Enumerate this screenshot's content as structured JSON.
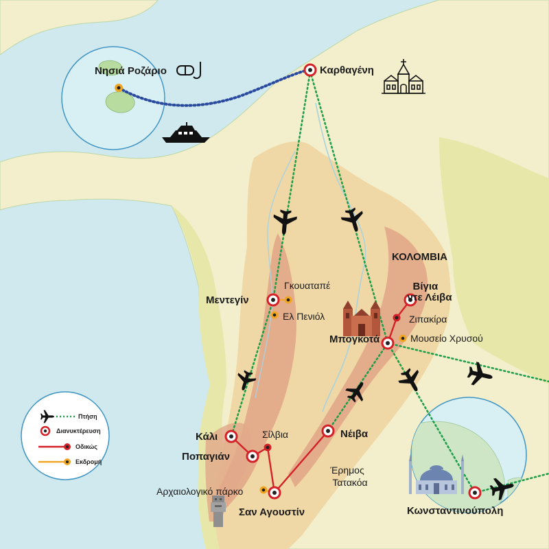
{
  "map": {
    "region_label": "ΚΟΛΟΜΒΙΑ",
    "colors": {
      "sea": "#cfe9ee",
      "land": "#f3eecb",
      "lowland": "#e6e7a8",
      "highland": "#f0d8a6",
      "mountain": "#e1a98a",
      "flight": "#1f9e4a",
      "road": "#d42027",
      "excursion": "#f0a523",
      "boat": "#2a4aa0"
    },
    "stops": [
      {
        "id": "rosario",
        "label": "Νησιά Ροζάριο",
        "kind": "excursion"
      },
      {
        "id": "cartagena",
        "label": "Καρθαγένη",
        "kind": "overnight"
      },
      {
        "id": "medellin",
        "label": "Μεντεγίν",
        "kind": "overnight"
      },
      {
        "id": "guatape",
        "label": "Γκουαταπέ",
        "kind": "excursion"
      },
      {
        "id": "penol",
        "label": "Ελ Πενιόλ",
        "kind": "excursion"
      },
      {
        "id": "villadeleyva",
        "label": "Βίγια ντε Λέιβα",
        "label_lines": [
          "Βίγια",
          "ντε Λέιβα"
        ],
        "kind": "overnight"
      },
      {
        "id": "zipaquira",
        "label": "Ζιπακίρα",
        "kind": "road"
      },
      {
        "id": "bogota",
        "label": "Μπογκοτά",
        "kind": "overnight"
      },
      {
        "id": "goldmuseum",
        "label": "Μουσείο Χρυσού",
        "kind": "excursion"
      },
      {
        "id": "cali",
        "label": "Κάλι",
        "kind": "overnight"
      },
      {
        "id": "popayan",
        "label": "Ποπαγιάν",
        "kind": "overnight"
      },
      {
        "id": "silvia",
        "label": "Σίλβια",
        "kind": "road"
      },
      {
        "id": "neiva",
        "label": "Νέιβα",
        "kind": "overnight"
      },
      {
        "id": "tatacoa",
        "label": "Έρημος Τατακόα",
        "label_lines": [
          "Έρημος",
          "Τατακόα"
        ],
        "kind": "place"
      },
      {
        "id": "archpark",
        "label": "Αρχαιολογικό πάρκο",
        "kind": "excursion"
      },
      {
        "id": "sanagustin",
        "label": "Σαν Αγουστίν",
        "kind": "overnight"
      },
      {
        "id": "istanbul",
        "label": "Κωνσταντινούπολη",
        "kind": "overnight"
      }
    ],
    "legend": [
      {
        "key": "flight",
        "label": "Πτήση"
      },
      {
        "key": "overnight",
        "label": "Διανυκτέρευση"
      },
      {
        "key": "road",
        "label": "Οδικώς"
      },
      {
        "key": "excursion",
        "label": "Εκδρομή"
      }
    ],
    "icons": [
      "snorkel-icon",
      "yacht-icon",
      "church-icon",
      "cathedral-icon",
      "mosque-icon",
      "statue-icon",
      "airplane-icon"
    ]
  }
}
